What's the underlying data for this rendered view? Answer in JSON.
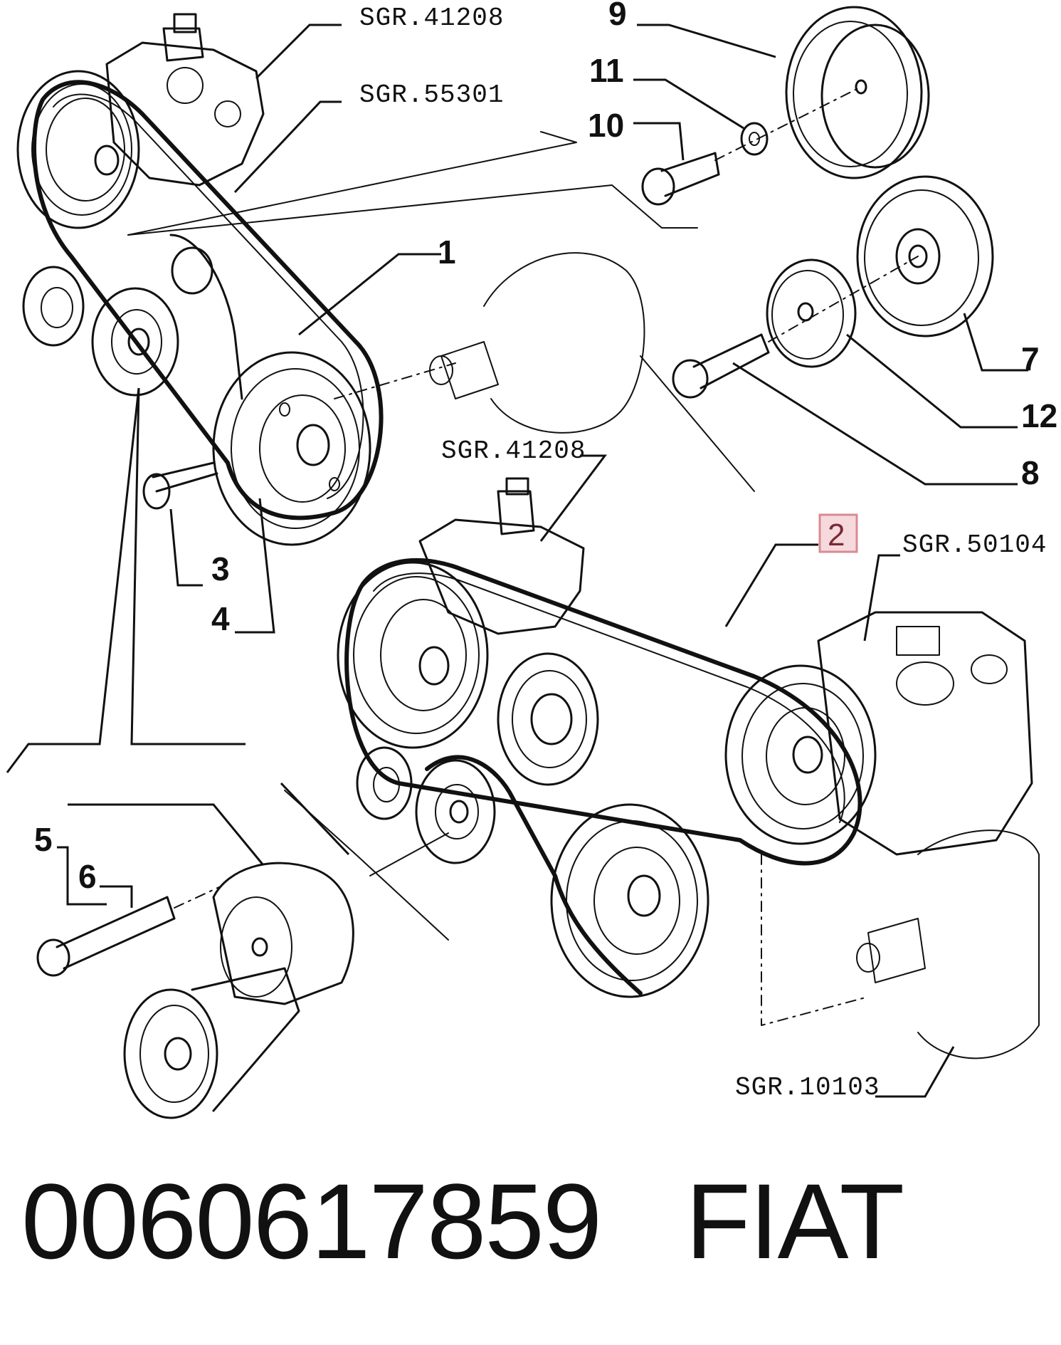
{
  "callouts": {
    "c1": "1",
    "c2": "2",
    "c3": "3",
    "c4": "4",
    "c5": "5",
    "c6": "6",
    "c7": "7",
    "c8": "8",
    "c9": "9",
    "c10": "10",
    "c11": "11",
    "c12": "12"
  },
  "references": {
    "r_top_41208": "SGR.41208",
    "r_55301": "SGR.55301",
    "r_mid_41208": "SGR.41208",
    "r_50104": "SGR.50104",
    "r_10103": "SGR.10103"
  },
  "highlighted_callout": "2",
  "caption": {
    "part_number": "0060617859",
    "brand": "FIAT"
  }
}
